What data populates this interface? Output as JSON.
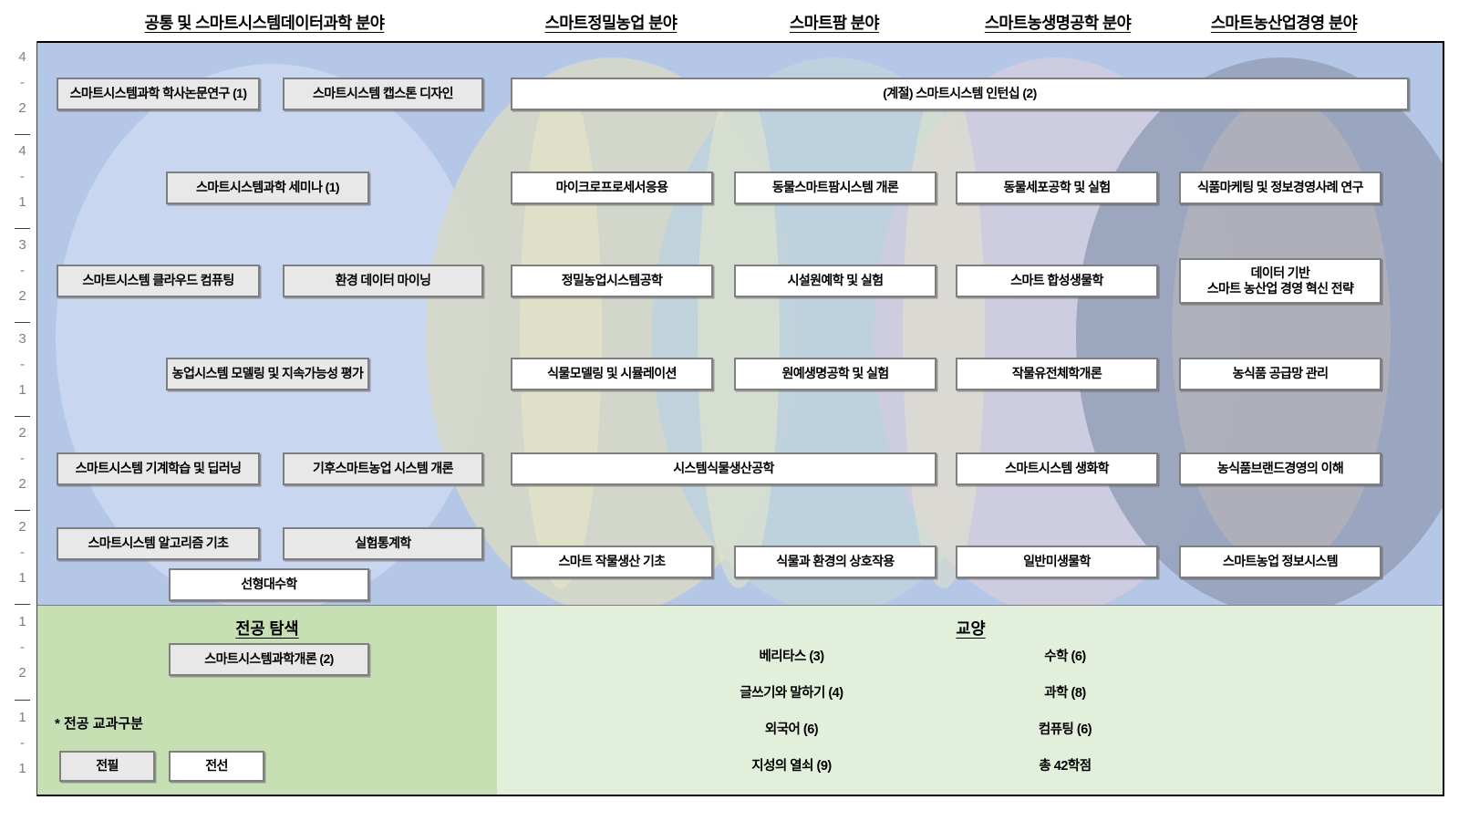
{
  "column_headers": [
    "공통 및 스마트시스템데이터과학 분야",
    "스마트정밀농업 분야",
    "스마트팜 분야",
    "스마트농생명공학 분야",
    "스마트농산업경영 분야"
  ],
  "row_labels": [
    "4-2",
    "4-1",
    "3-2",
    "3-1",
    "2-2",
    "2-1",
    "1-2",
    "1-1"
  ],
  "courses": {
    "thesis": "스마트시스템과학 학사논문연구 (1)",
    "capstone": "스마트시스템 캡스톤 디자인",
    "internship": "(계절) 스마트시스템 인턴십 (2)",
    "seminar": "스마트시스템과학 세미나 (1)",
    "micro": "마이크로프로세서응용",
    "animal_smartfarm": "동물스마트팜시스템 개론",
    "animal_cell": "동물세포공학 및 실험",
    "food_marketing": "식품마케팅 및 정보경영사례 연구",
    "cloud": "스마트시스템 클라우드 컴퓨팅",
    "env_mining": "환경 데이터 마이닝",
    "precision_eng": "정밀농업시스템공학",
    "greenhouse": "시설원예학 및 실험",
    "synbio": "스마트 합성생물학",
    "data_strategy_line1": "데이터 기반",
    "data_strategy_line2": "스마트 농산업 경영 혁신 전략",
    "agri_modeling": "농업시스템 모델링 및 지속가능성 평가",
    "plant_modeling": "식물모델링 및 시뮬레이션",
    "horti_bio": "원예생명공학 및 실험",
    "crop_genomics": "작물유전체학개론",
    "supply_chain": "농식품 공급망 관리",
    "ml_dl": "스마트시스템 기계학습 및 딥러닝",
    "climate_smart": "기후스마트농업 시스템 개론",
    "system_plant": "시스템식물생산공학",
    "biochem": "스마트시스템 생화학",
    "brand_mgmt": "농식품브랜드경영의 이해",
    "algorithms": "스마트시스템 알고리즘 기초",
    "exp_stats": "실험통계학",
    "linear_algebra": "선형대수학",
    "crop_basics": "스마트 작물생산 기초",
    "plant_env": "식물과 환경의 상호작용",
    "microbiology": "일반미생물학",
    "agri_info": "스마트농업 정보시스템",
    "intro_smart": "스마트시스템과학개론 (2)"
  },
  "sections": {
    "major_explore_title": "전공 탐색",
    "liberal_title": "교양"
  },
  "liberal_items": {
    "col1": [
      "베리타스 (3)",
      "글쓰기와 말하기 (4)",
      "외국어 (6)",
      "지성의 열쇠 (9)"
    ],
    "col2": [
      "수학 (6)",
      "과학 (8)",
      "컴퓨팅 (6)",
      "총 42학점"
    ]
  },
  "legend": {
    "note": "* 전공 교과구분",
    "required_label": "전필",
    "elective_label": "전선"
  },
  "colors": {
    "base_blue": "#b4c7e7",
    "green_dark": "#c6e0b4",
    "green_light": "#e2efda",
    "box_gray": "#e8e8e8",
    "box_border": "#7f7f7f"
  }
}
